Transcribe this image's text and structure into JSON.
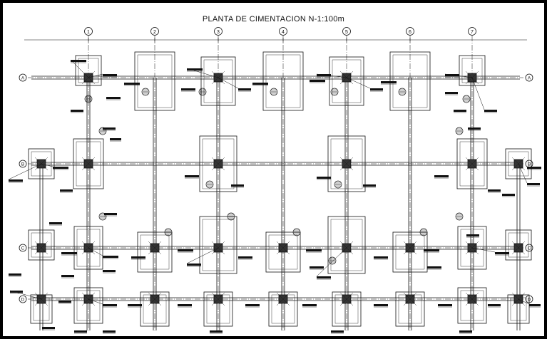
{
  "title": "PLANTA DE CIMENTACION N-1:100m",
  "grid": {
    "columns": [
      "1",
      "2",
      "3",
      "4",
      "5",
      "6",
      "7"
    ],
    "rows": [
      "A",
      "B",
      "C",
      "D"
    ]
  },
  "colors": {
    "line": "#111111",
    "background": "#ffffff",
    "frame": "#000000"
  }
}
